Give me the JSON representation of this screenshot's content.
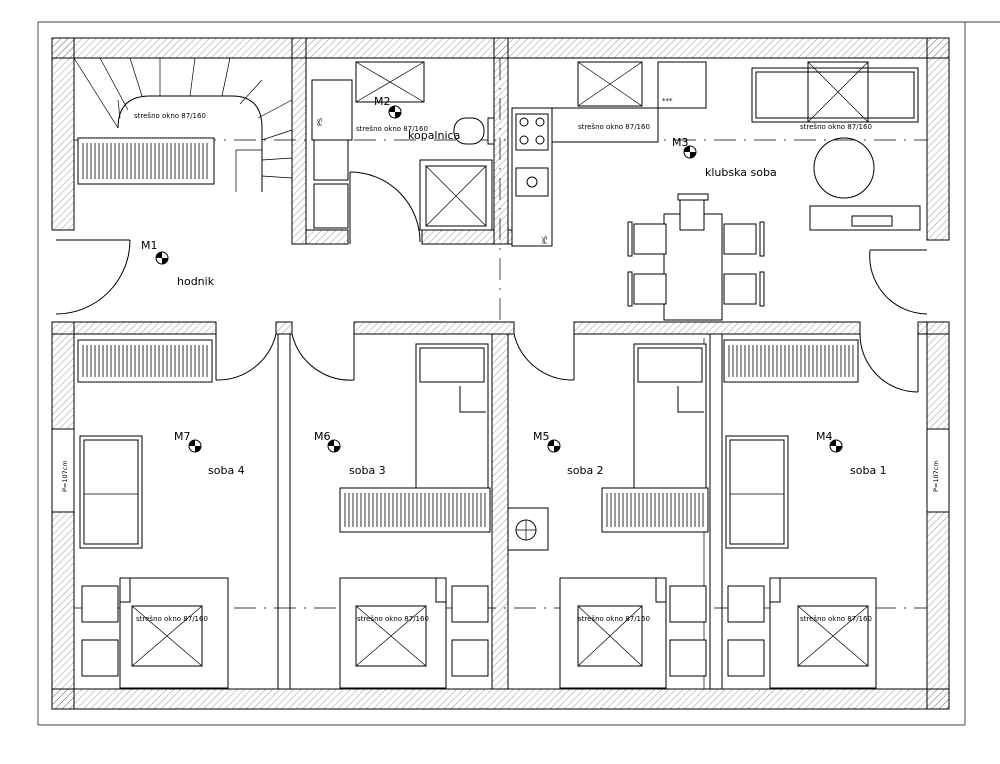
{
  "rooms": {
    "hodnik": {
      "marker": "M1",
      "name": "hodnik"
    },
    "kopalnica": {
      "marker": "M2",
      "name": "kopalnica"
    },
    "klubska": {
      "marker": "M3",
      "name": "klubska soba"
    },
    "soba1": {
      "marker": "M4",
      "name": "soba 1"
    },
    "soba2": {
      "marker": "M5",
      "name": "soba 2"
    },
    "soba3": {
      "marker": "M6",
      "name": "soba 3"
    },
    "soba4": {
      "marker": "M7",
      "name": "soba 4"
    }
  },
  "skylight_label": "strešno okno 87/160",
  "window_label": "P=107cm",
  "duct_label": "PS",
  "stove_label": "***"
}
